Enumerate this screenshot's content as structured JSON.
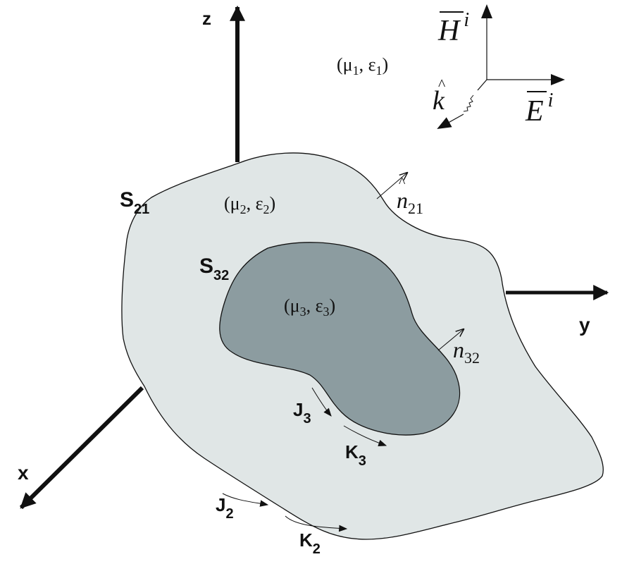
{
  "figure": {
    "colors": {
      "background": "#ffffff",
      "region2_fill": "#e0e6e6",
      "region3_fill": "#8c9ca0",
      "stroke": "#111111"
    },
    "axes": {
      "z_label": "z",
      "y_label": "y",
      "x_label": "x"
    },
    "regions": {
      "outer_medium": "(μ₁, ε₁)",
      "outer_mu": "μ",
      "outer_mu_sub": "1",
      "outer_eps": "ε",
      "outer_eps_sub": "1",
      "middle_mu": "μ",
      "middle_mu_sub": "2",
      "middle_eps": "ε",
      "middle_eps_sub": "2",
      "inner_mu": "μ",
      "inner_mu_sub": "3",
      "inner_eps": "ε",
      "inner_eps_sub": "3"
    },
    "surfaces": {
      "s21_main": "S",
      "s21_sub": "21",
      "s32_main": "S",
      "s32_sub": "32"
    },
    "normals": {
      "n21_main": "n",
      "n21_sub": "21",
      "n32_main": "n",
      "n32_sub": "32"
    },
    "currents": {
      "j3_main": "J",
      "j3_sub": "3",
      "k3_main": "K",
      "k3_sub": "3",
      "j2_main": "J",
      "j2_sub": "2",
      "k2_main": "K",
      "k2_sub": "2"
    },
    "incident_wave": {
      "h_main": "H",
      "h_sup": "i",
      "e_main": "E",
      "e_sup": "i",
      "k_main": "k",
      "hat": "^"
    }
  }
}
